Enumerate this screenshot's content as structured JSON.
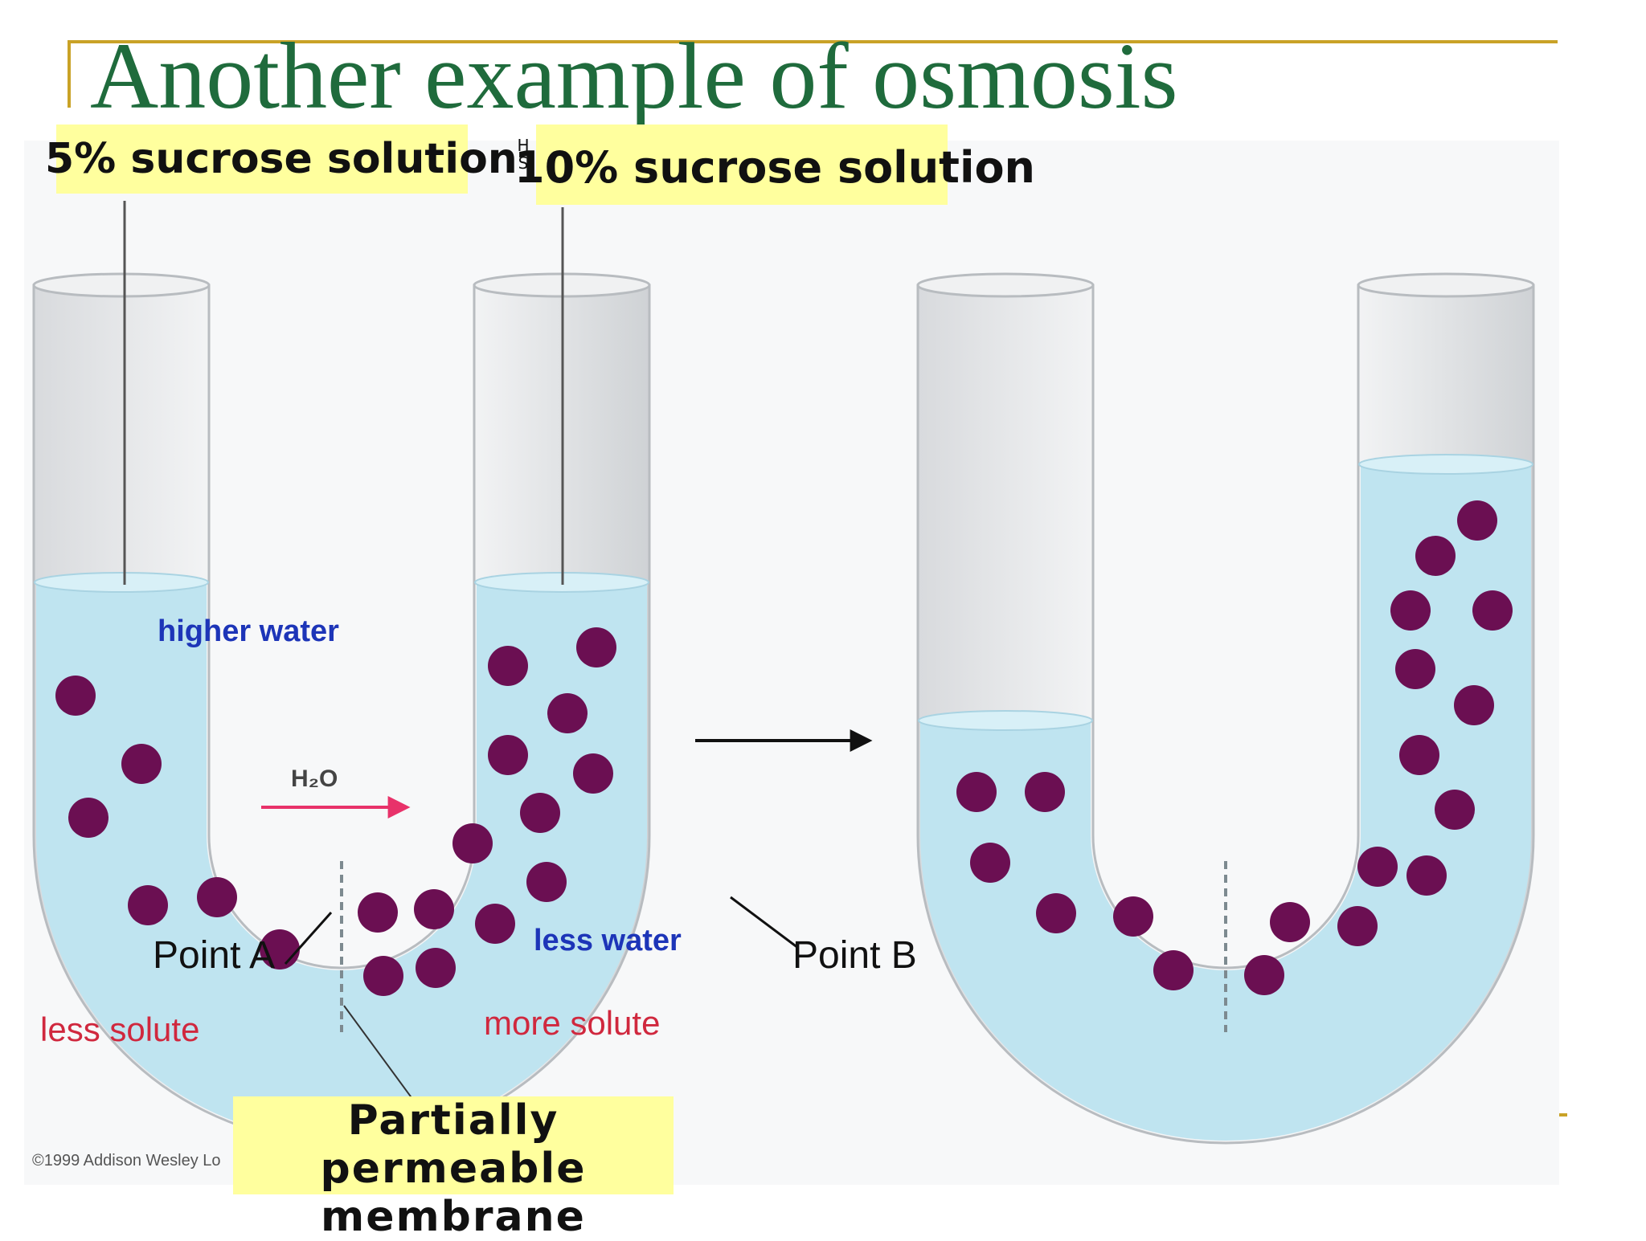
{
  "slide": {
    "title": "Another example of osmosis",
    "colors": {
      "title": "#1f6b3c",
      "accent_rule": "#c9a227",
      "highlight": "#ffff9e"
    }
  },
  "labels": {
    "left_solution": "5% sucrose solution",
    "right_solution": "10% sucrose solution",
    "higher_water": "higher water",
    "less_water": "less water",
    "less_solute": "less solute",
    "more_solute": "more solute",
    "water_formula": "H₂O",
    "point_a": "Point A",
    "point_b": "Point B",
    "membrane_line1": "Partially permeable",
    "membrane_line2": "membrane",
    "copyright": "©1999 Addison Wesley Lo"
  },
  "colors": {
    "solution": "#bfe4f0",
    "solute_particle": "#6b0f52",
    "water_label": "#1d35b8",
    "solute_label": "#d0283e",
    "water_arrow": "#e8326a"
  }
}
